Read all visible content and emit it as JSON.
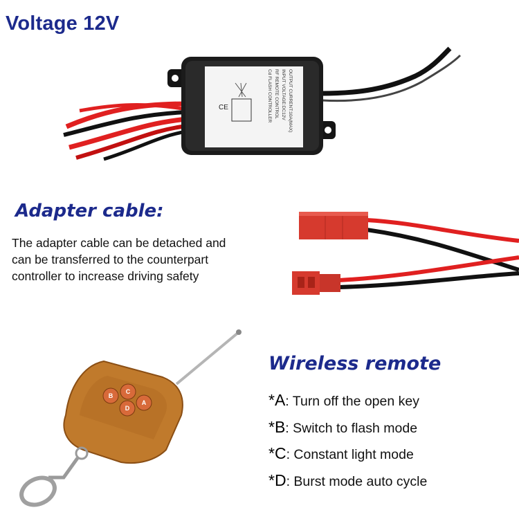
{
  "title": "Voltage 12V",
  "adapter": {
    "heading": "Adapter cable:",
    "description_lines": [
      "The adapter cable can be detached and",
      "can be transferred to the counterpart",
      "controller to increase driving safety"
    ]
  },
  "remote": {
    "heading": "Wireless remote",
    "features": [
      {
        "key": "*A",
        "text": ": Turn off the open key"
      },
      {
        "key": "*B",
        "text": ": Switch to flash mode"
      },
      {
        "key": "*C",
        "text": ": Constant light mode"
      },
      {
        "key": "*D",
        "text": ": Burst mode auto cycle"
      }
    ],
    "button_labels": [
      "B",
      "C",
      "D",
      "A"
    ]
  },
  "controller_label": {
    "lines": [
      "Cd FLASH CONTROLLER",
      "RF REMOTE CONTROL",
      "INPUT VOLTAGE:DC12V",
      "OUTPUT CURRENT:10A(MAX)"
    ],
    "mark": "CE"
  },
  "colors": {
    "heading": "#1c2a8c",
    "wire_red": "#e02020",
    "wire_black": "#111111",
    "connector_red": "#d63a2e",
    "remote_body": "#c07a2c"
  }
}
